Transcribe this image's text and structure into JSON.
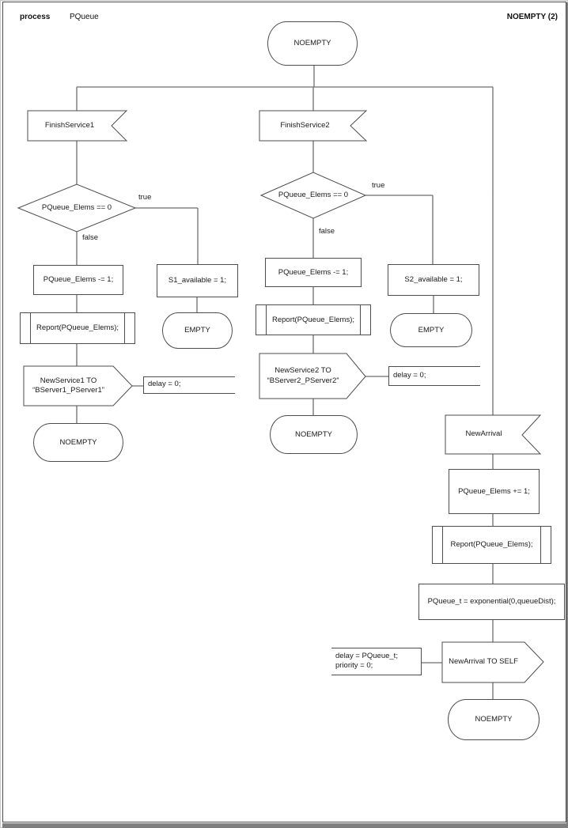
{
  "header": {
    "keyword": "process",
    "process_name": "PQueue",
    "page_label": "NOEMPTY (2)"
  },
  "start_state": {
    "label": "NOEMPTY"
  },
  "branch1": {
    "input": "FinishService1",
    "decision": "PQueue_Elems == 0",
    "label_true": "true",
    "label_false": "false",
    "task": "PQueue_Elems -= 1;",
    "procedure": "Report(PQueue_Elems);",
    "output": "NewService1 TO\n“BServer1_PServer1”",
    "comment": "delay = 0;",
    "task_true": "S1_available = 1;",
    "state_true": "EMPTY",
    "state_end": "NOEMPTY"
  },
  "branch2": {
    "input": "FinishService2",
    "decision": "PQueue_Elems == 0",
    "label_true": "true",
    "label_false": "false",
    "task": "PQueue_Elems -= 1;",
    "procedure": "Report(PQueue_Elems);",
    "output": "NewService2 TO\n“BServer2_PServer2”",
    "comment": "delay = 0;",
    "task_true": "S2_available = 1;",
    "state_true": "EMPTY",
    "state_end": "NOEMPTY"
  },
  "branch3": {
    "input": "NewArrival",
    "task_inc": "PQueue_Elems += 1;",
    "procedure": "Report(PQueue_Elems);",
    "task_time": "PQueue_t = exponential(0,queueDist);",
    "output": "NewArrival TO SELF",
    "comment": "delay = PQueue_t;\npriority = 0;",
    "state_end": "NOEMPTY"
  },
  "colors": {
    "shape_border": "#4d4d4d",
    "connector": "#6e6e6e",
    "frame": "#4a4a4a",
    "shadow": "#7f7f7f",
    "text": "#1a1a1a"
  }
}
